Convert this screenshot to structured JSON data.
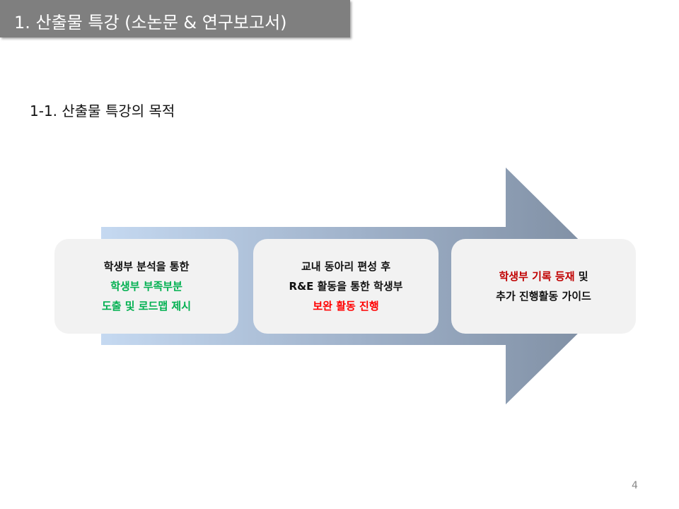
{
  "title": "1. 산출물 특강 (소논문 & 연구보고서)",
  "subtitle": "1-1. 산출물 특강의 목적",
  "colors": {
    "title_bg": "#7f7f7f",
    "green": "#00b050",
    "red": "#ff0000",
    "dark_red": "#c00000"
  },
  "boxes": [
    {
      "line1": "학생부 분석을 통한",
      "line2": "학생부 부족부분",
      "line3": "도출 및 로드맵 제시"
    },
    {
      "line1": "교내 동아리 편성 후",
      "line2": "R&E 활동을 통한 학생부",
      "line3": "보완 활동 진행"
    },
    {
      "line1_highlight": "학생부 기록 등재",
      "line1_rest": " 및",
      "line2": "추가 진행활동 가이드"
    }
  ],
  "page_number": "4"
}
